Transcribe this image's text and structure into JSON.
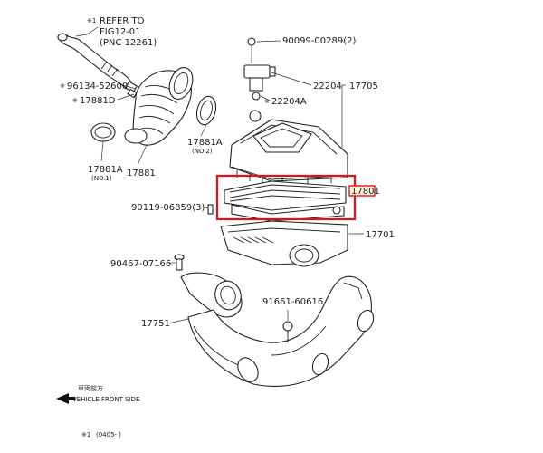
{
  "refer_note": {
    "line1": "REFER TO",
    "line2": "FIG12-01",
    "line3": "(PNC 12261)",
    "mark": "※1"
  },
  "parts": {
    "p90099": "90099-00289(2)",
    "p22204": "22204",
    "p17705": "17705",
    "p22204a": "22204A",
    "p96134": "96134-52600",
    "p17881d": "17881D",
    "p17881a_no1": "17881A",
    "p17881a_no1_sub": "(NO.1)",
    "p17881": "17881",
    "p17881a_no2": "17881A",
    "p17881a_no2_sub": "(NO.2)",
    "p17801": "17801",
    "p90119": "90119-06859(3)",
    "p17701": "17701",
    "p90467": "90467-07166",
    "p91661": "91661-60616",
    "p17751": "17751"
  },
  "marks": {
    "star_96134": "※",
    "star_17881d": "※",
    "star_22204a": "※"
  },
  "direction": {
    "jp": "車両前方",
    "en": "VEHICLE FRONT SIDE"
  },
  "footnote": {
    "mark": "※1",
    "text": "(0405-    )"
  },
  "highlight_color": "#e0101a"
}
